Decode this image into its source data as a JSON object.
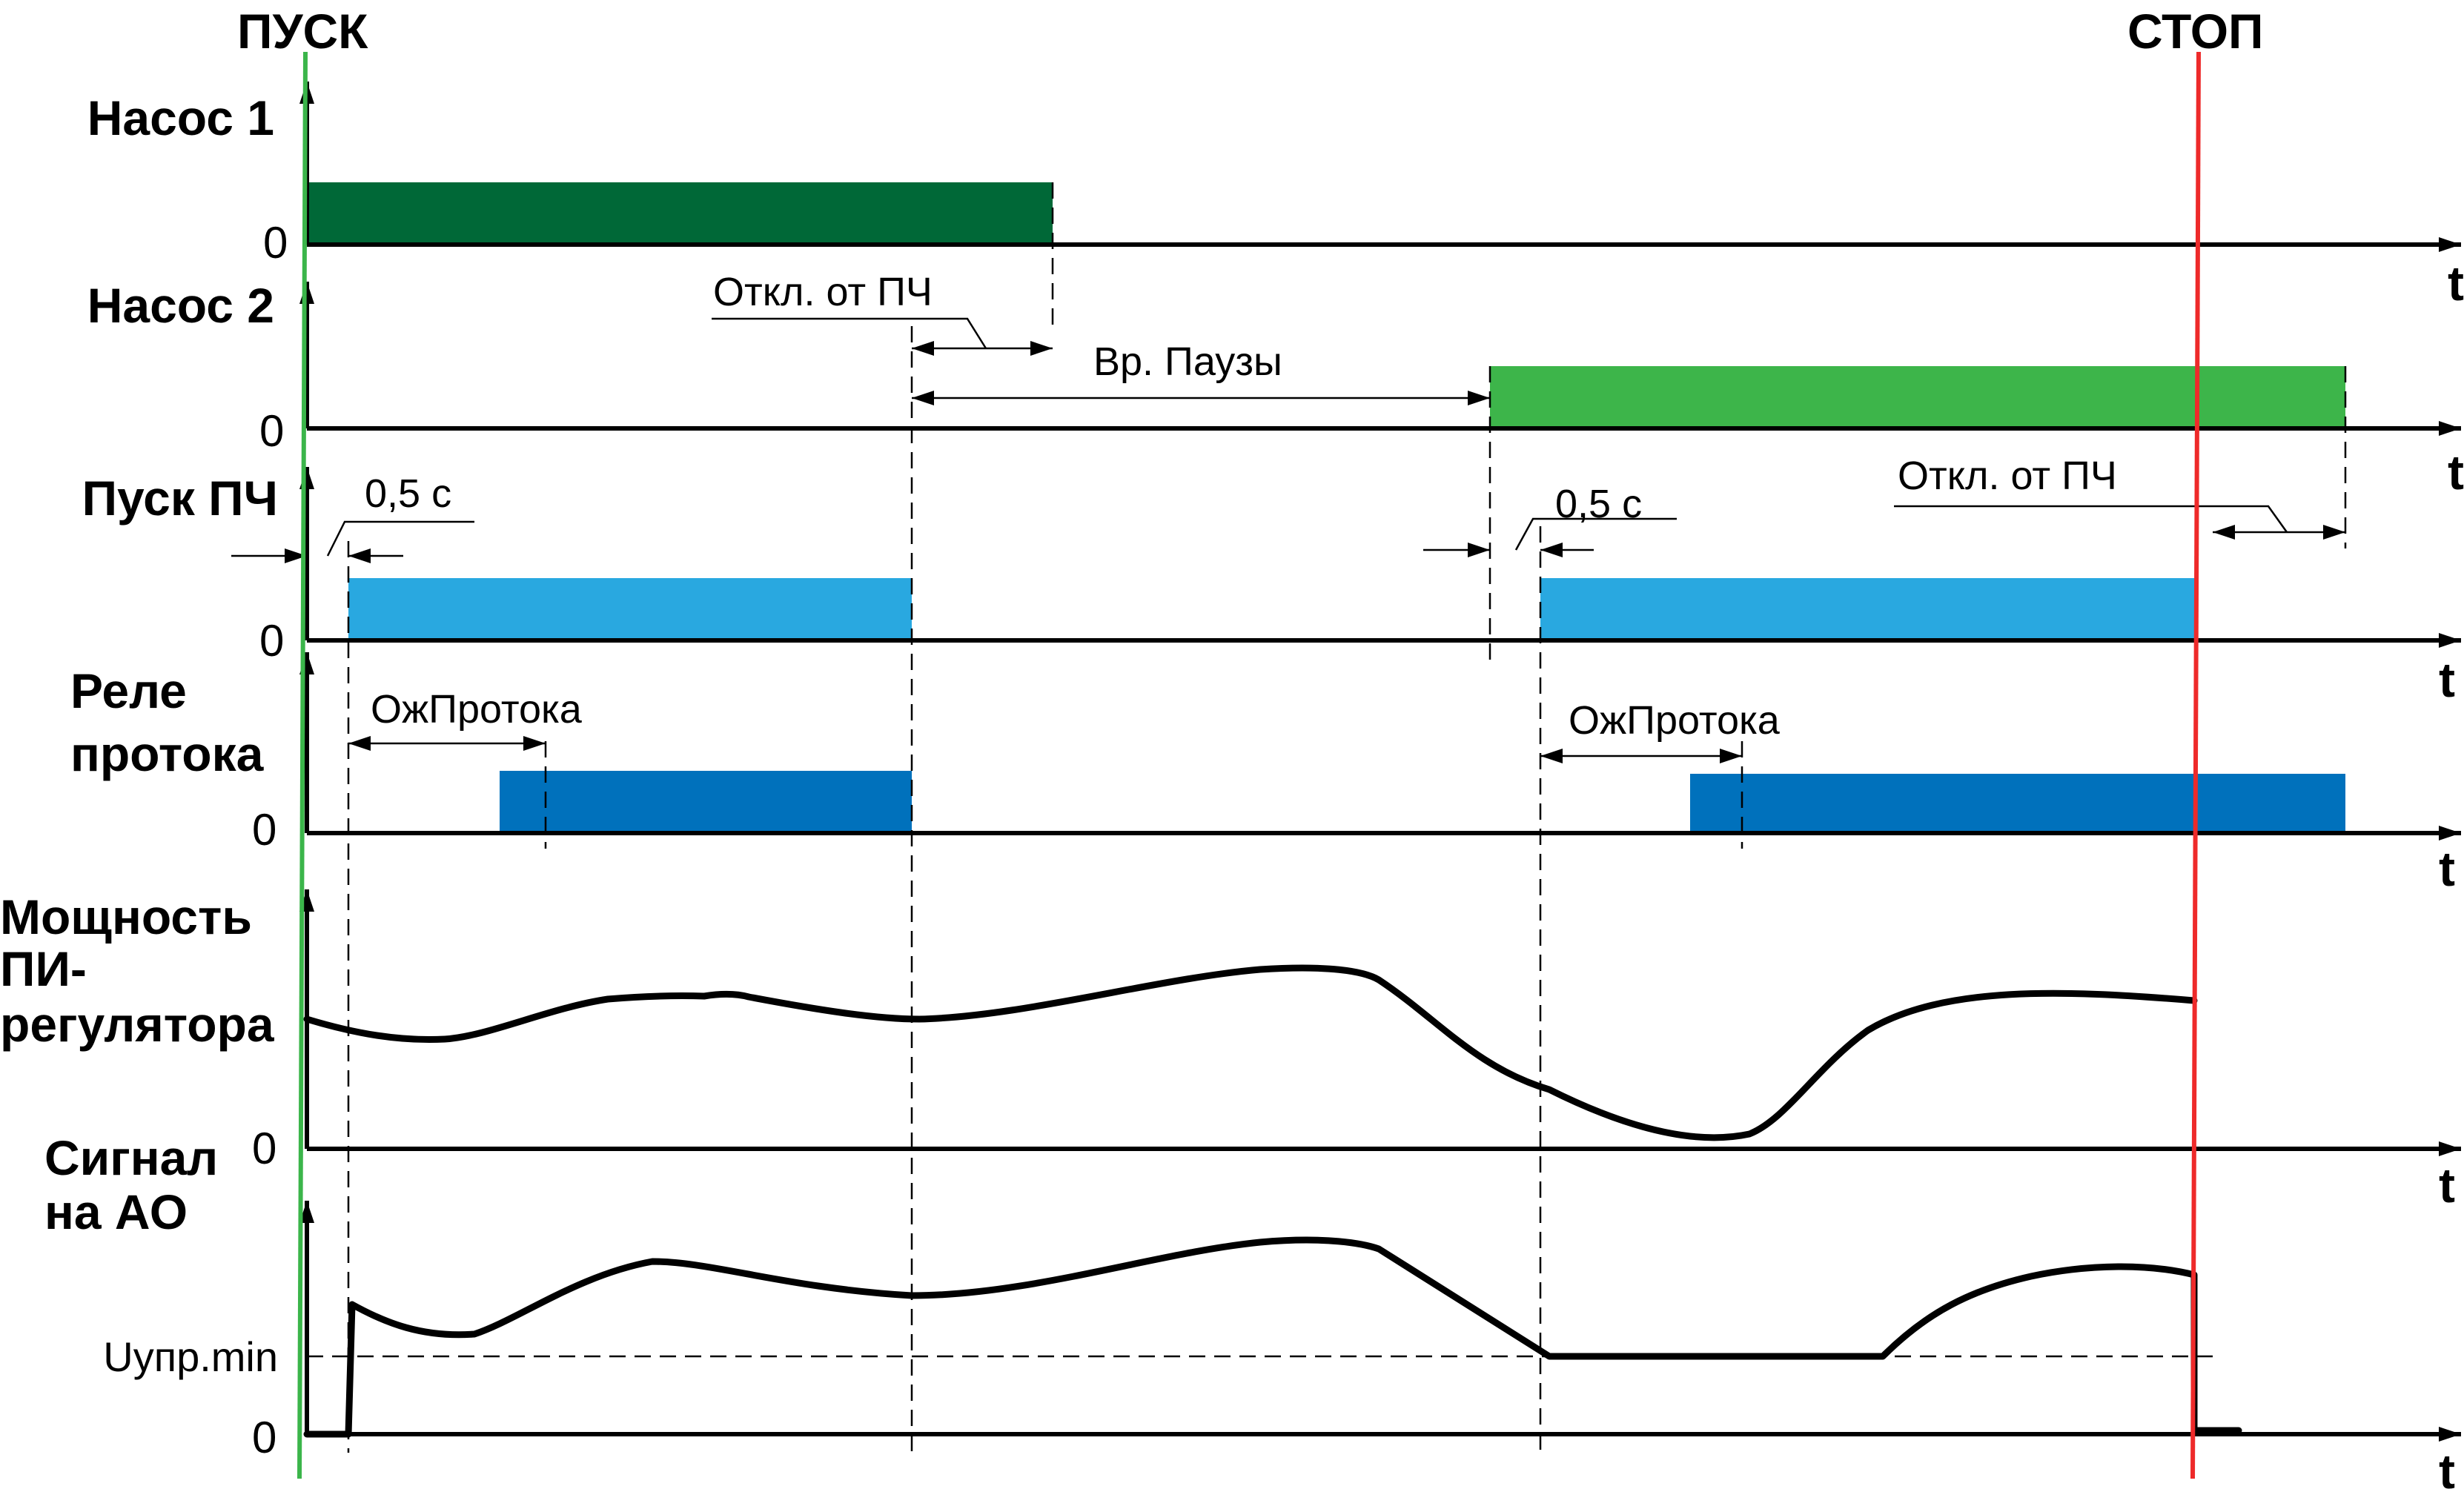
{
  "markers": {
    "start": "ПУСК",
    "stop": "СТОП",
    "start_color": "#3bb54a",
    "stop_color": "#ee2a2a"
  },
  "axis_time_label": "t",
  "zero_label": "0",
  "tracks": {
    "pump1": {
      "label": "Насос 1",
      "bar_color": "#006837"
    },
    "pump2": {
      "label": "Насос 2",
      "bar_color": "#3db54a"
    },
    "vfd_start": {
      "label": "Пуск ПЧ",
      "bar_color": "#29a8e0"
    },
    "flow_relay": {
      "label_line1": "Реле",
      "label_line2": "протока",
      "bar_color": "#0071bc"
    },
    "pi_power": {
      "label_line1": "Мощность",
      "label_line2": "ПИ-",
      "label_line3": "регулятора"
    },
    "ao_signal": {
      "label_line1": "Сигнал",
      "label_line2": "на АО",
      "umin_label": "Uупр.min"
    }
  },
  "annotations": {
    "off_vfd_1": "Откл. от ПЧ",
    "pause_time": "Вр. Паузы",
    "delay_1": "0,5 с",
    "delay_2": "0,5 с",
    "off_vfd_2": "Откл. от ПЧ",
    "flow_wait_1": "ОжПротока",
    "flow_wait_2": "ОжПротока"
  },
  "icons": {
    "axis_arrow": "arrow-head-icon"
  }
}
